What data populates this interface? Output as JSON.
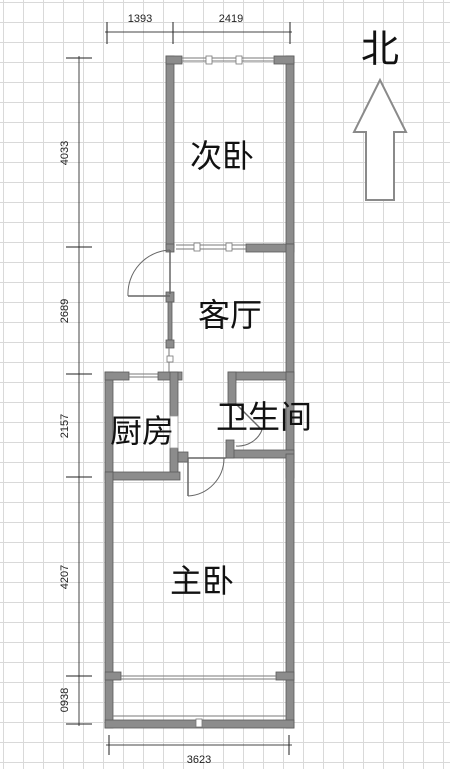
{
  "dimensions": {
    "top": [
      "1393",
      "2419"
    ],
    "left": [
      "4033",
      "2689",
      "2157",
      "4207",
      "0938"
    ],
    "bottom": [
      "3623"
    ]
  },
  "rooms": {
    "second_bedroom": "次卧",
    "living_room": "客厅",
    "kitchen": "厨房",
    "bathroom": "卫生间",
    "master_bedroom": "主卧"
  },
  "compass": {
    "label": "北",
    "icon": "north-arrow-icon"
  },
  "colors": {
    "wall": "#8c8c8c",
    "grid": "#d9d9d9"
  }
}
